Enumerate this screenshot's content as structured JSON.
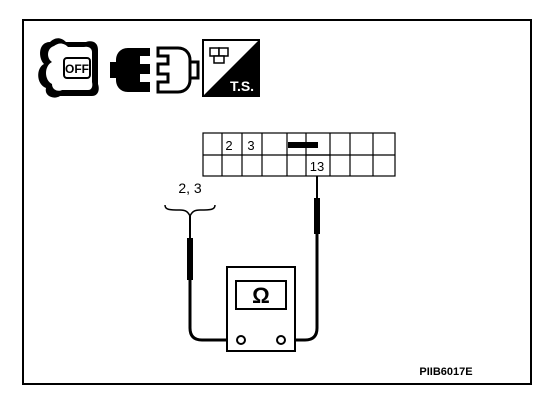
{
  "icons": [
    {
      "name": "ignition-key-off-icon",
      "text": "OFF"
    },
    {
      "name": "connector-disconnect-icon"
    },
    {
      "name": "ts-troubleshooting-icon",
      "text": "T.S."
    }
  ],
  "connector": {
    "terminals_top": [
      "2",
      "3"
    ],
    "terminal_bottom": "13"
  },
  "probe_label": "2, 3",
  "meter": {
    "symbol": "Ω"
  },
  "figure_code": "PIIB6017E"
}
